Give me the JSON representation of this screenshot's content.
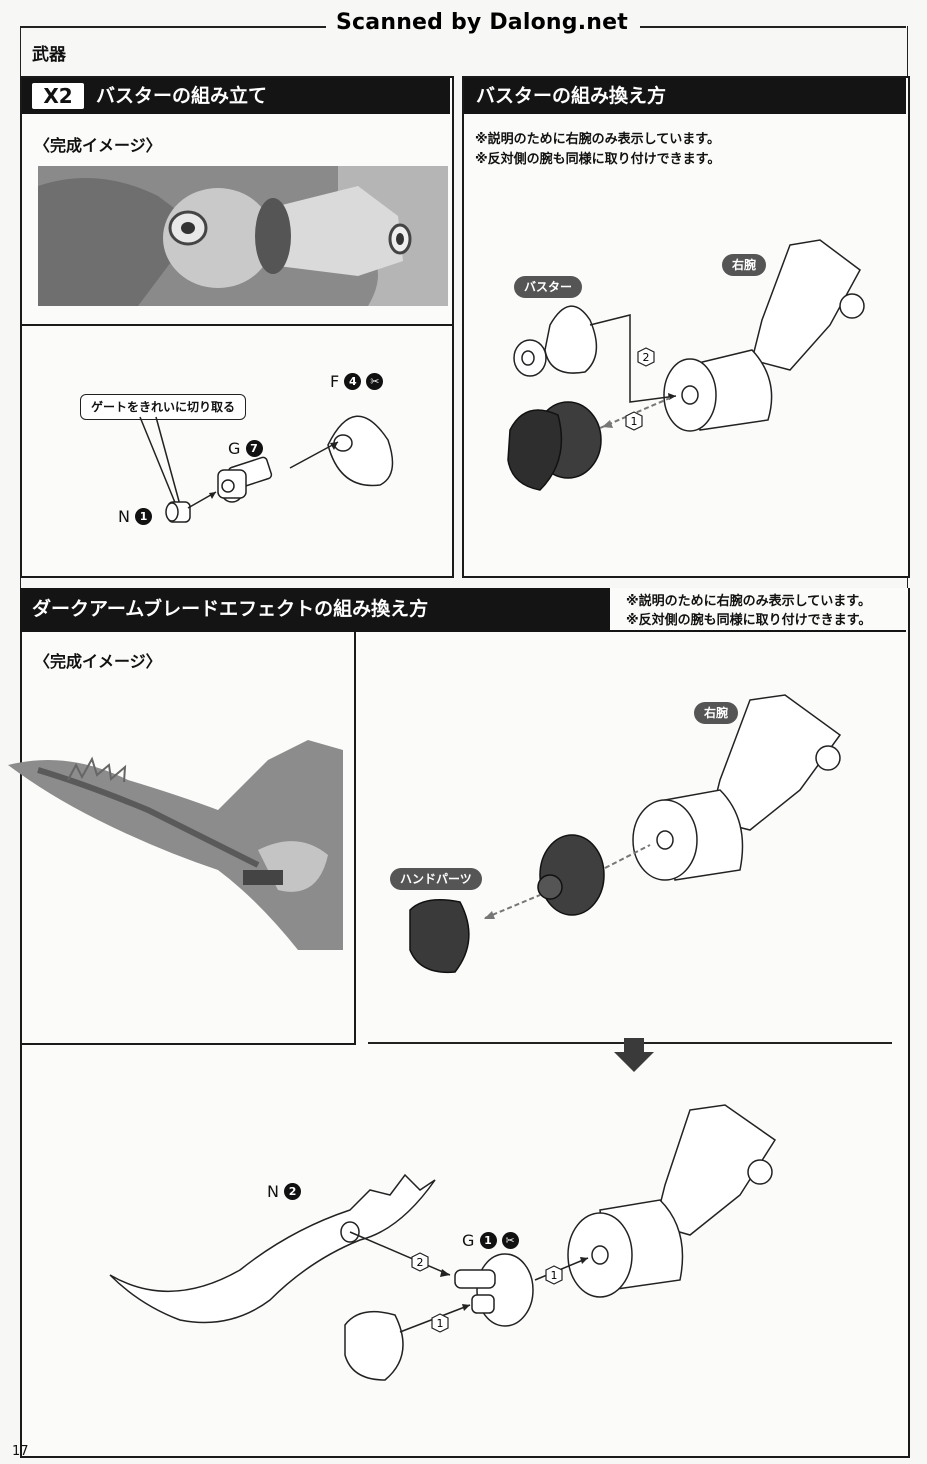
{
  "watermark": "Scanned by Dalong.net",
  "section_title": "武器",
  "page_number": "17",
  "panel_buster_assembly": {
    "quantity_badge": "X2",
    "title": "バスターの組み立て",
    "image_caption": "〈完成イメージ〉",
    "callout": "ゲートをきれいに切り取る",
    "parts": [
      {
        "letter": "F",
        "number": "4"
      },
      {
        "letter": "G",
        "number": "7"
      },
      {
        "letter": "N",
        "number": "1"
      }
    ]
  },
  "panel_buster_swap": {
    "title": "バスターの組み換え方",
    "notes": [
      "※説明のために右腕のみ表示しています。",
      "※反対側の腕も同様に取り付けできます。"
    ],
    "labels": {
      "right_arm": "右腕",
      "buster": "バスター"
    },
    "steps": [
      "1",
      "2"
    ]
  },
  "panel_blade_swap": {
    "title": "ダークアームブレードエフェクトの組み換え方",
    "notes": [
      "※説明のために右腕のみ表示しています。",
      "※反対側の腕も同様に取り付けできます。"
    ],
    "image_caption": "〈完成イメージ〉",
    "labels": {
      "right_arm": "右腕",
      "hand_parts": "ハンドパーツ"
    },
    "parts": [
      {
        "letter": "N",
        "number": "2"
      },
      {
        "letter": "G",
        "number": "1"
      }
    ],
    "steps": [
      "1",
      "2",
      "1"
    ]
  },
  "colors": {
    "header_bar": "#141414",
    "part_gray": "#5a5a5a",
    "hand_dark": "#3d3d3d"
  }
}
